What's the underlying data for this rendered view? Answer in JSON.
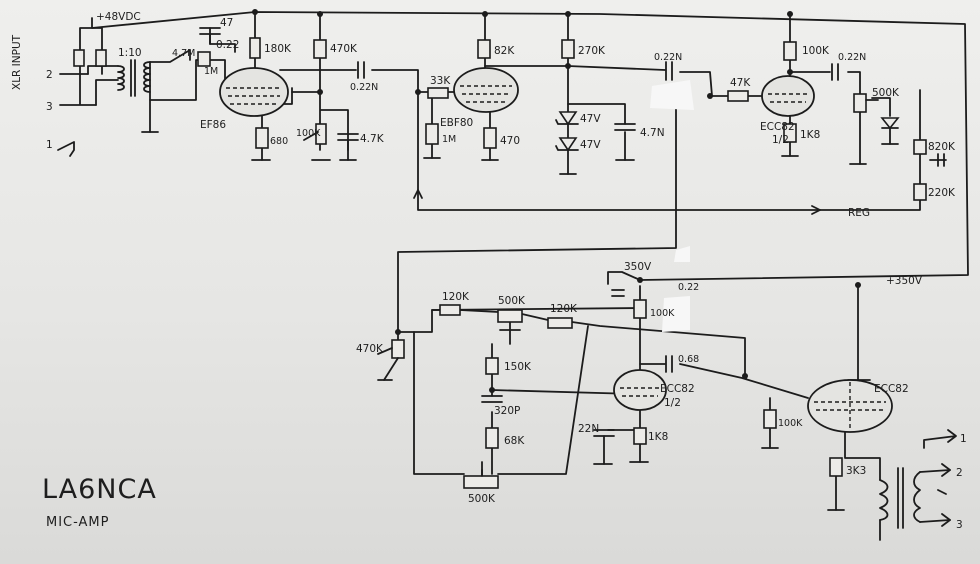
{
  "title": "LA6NCA",
  "subtitle": "MIC-AMP",
  "input": {
    "supply": "+48VDC",
    "connector": "XLR INPUT",
    "pin2": "2",
    "pin3": "3",
    "pin1": "1",
    "transformer_ratio": "1:10",
    "resistor_47m": "4.7M",
    "resistor_1m": "1M"
  },
  "stage1": {
    "tube": "EF86",
    "cap_47": "47",
    "cap_022": "0.22",
    "r_180k": "180K",
    "r_470k": "470K",
    "r_680": "680",
    "pot_100k": "100K",
    "cap_47k": "4.7K",
    "coupling_cap": "0.22N"
  },
  "stage2": {
    "tube": "EBF80",
    "r_33k": "33K",
    "r_82k": "82K",
    "r_270k": "270K",
    "r_1m": "1M",
    "r_470": "470",
    "zener_1": "47V",
    "zener_2": "47V",
    "cap_47n": "4.7N",
    "coupling_cap": "0.22N"
  },
  "stage3": {
    "tube": "ECC82",
    "tube_half": "1/2",
    "r_47k": "47K",
    "r_100k": "100K",
    "r_1k8": "1K8",
    "coupling_cap": "0.22N",
    "pot_500k": "500K",
    "r_820k": "820K",
    "r_220k": "220K",
    "feedback_label": "REG"
  },
  "tone_section": {
    "supply": "350V",
    "supply_main": "+350V",
    "cap_022": "0.22",
    "pot_470k": "470K",
    "r_120k_left": "120K",
    "pot_500k_top": "500K",
    "r_120k_right": "120K",
    "r_150k": "150K",
    "cap_320p": "320P",
    "r_68k": "68K",
    "pot_500k_bottom": "500K",
    "r_100k": "100K",
    "cap_068": "0.68",
    "tube": "ECC82",
    "tube_half": "1/2",
    "cap_22n": "22N",
    "r_1k8": "1K8"
  },
  "output_stage": {
    "tube": "ECC82",
    "r_100k": "100K",
    "r_3k3": "3K3",
    "pin1": "1",
    "pin2": "2",
    "pin3": "3"
  }
}
